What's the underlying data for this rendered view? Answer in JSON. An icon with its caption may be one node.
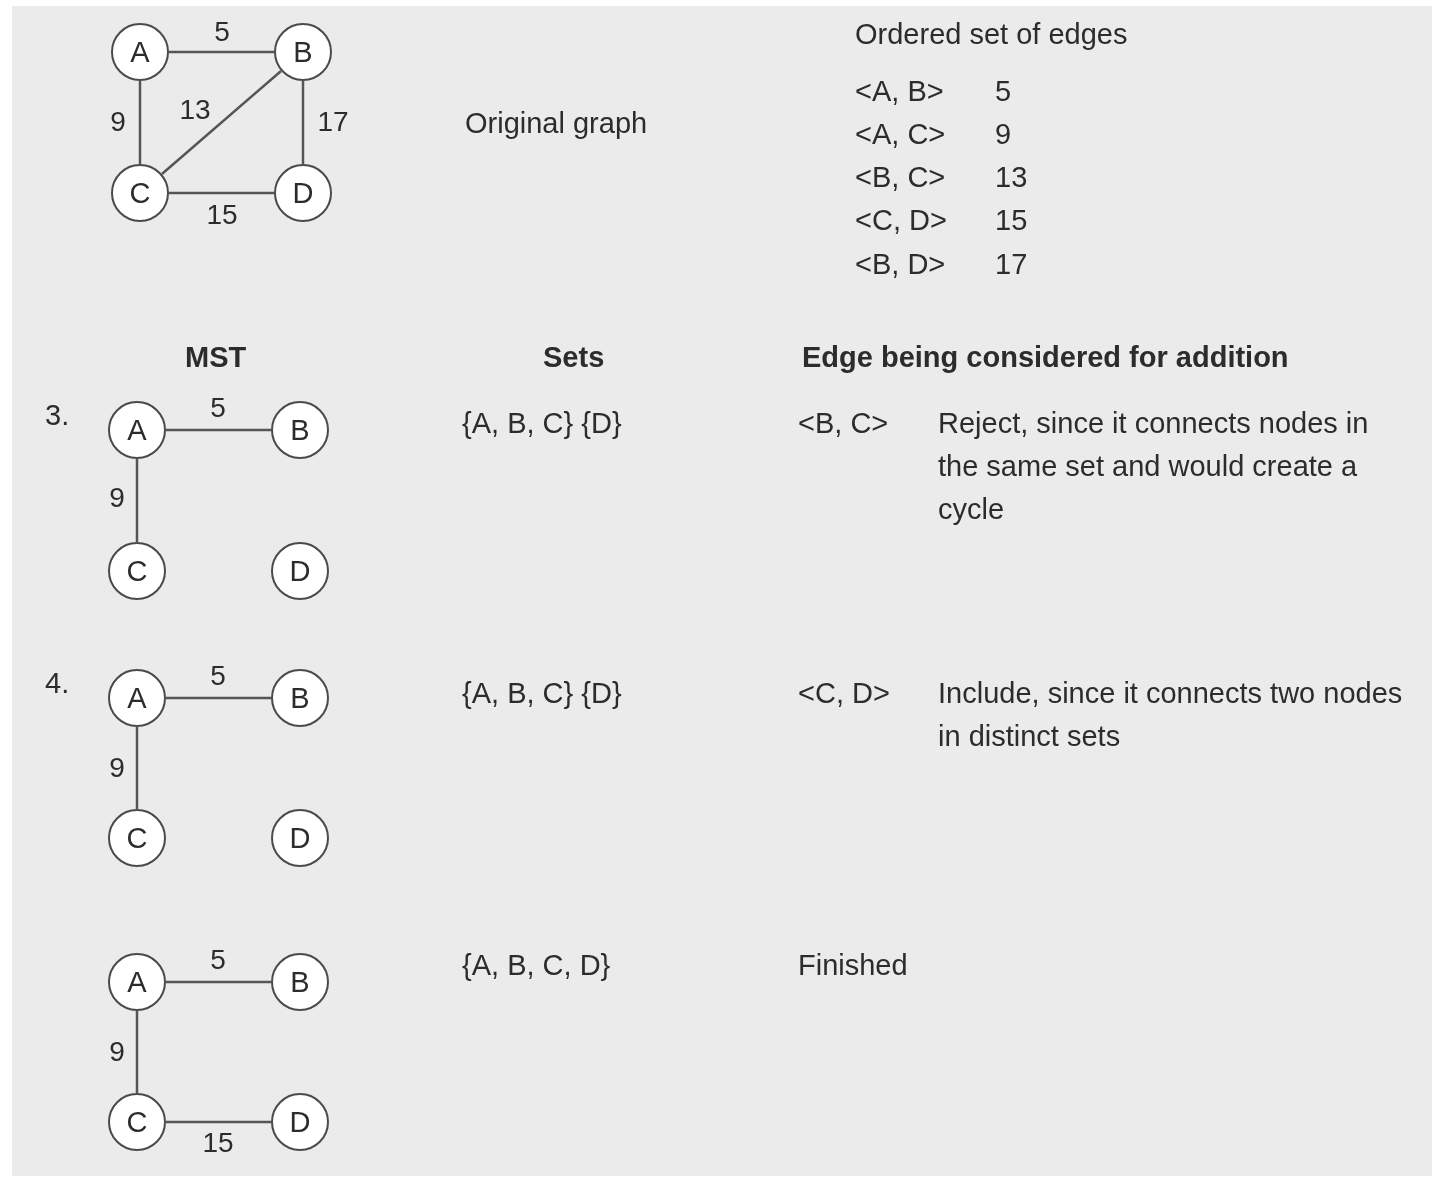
{
  "diagram": {
    "nodes": [
      {
        "text": [
          "A"
        ]
      },
      {
        "text": [
          "B"
        ]
      },
      {
        "text": [
          "C"
        ]
      },
      {
        "text": [
          "D"
        ]
      },
      {
        "text": [
          "A"
        ]
      },
      {
        "text": [
          "B"
        ]
      },
      {
        "text": [
          "C"
        ]
      },
      {
        "text": [
          "D"
        ]
      },
      {
        "text": [
          "A"
        ]
      },
      {
        "text": [
          "B"
        ]
      },
      {
        "text": [
          "C"
        ]
      },
      {
        "text": [
          "D"
        ]
      },
      {
        "text": [
          "A"
        ]
      },
      {
        "text": [
          "B"
        ]
      },
      {
        "text": [
          "C"
        ]
      },
      {
        "text": [
          "D"
        ]
      }
    ],
    "edges": [
      {
        "from": 0,
        "to": 1,
        "arrow": "none",
        "label": "5"
      },
      {
        "from": 0,
        "to": 2,
        "arrow": "none",
        "label": "9"
      },
      {
        "from": 1,
        "to": 2,
        "arrow": "none",
        "label": "13"
      },
      {
        "from": 1,
        "to": 3,
        "arrow": "none",
        "label": "17"
      },
      {
        "from": 2,
        "to": 3,
        "arrow": "none",
        "label": "15"
      },
      {
        "from": 4,
        "to": 5,
        "arrow": "none",
        "label": "5"
      },
      {
        "from": 4,
        "to": 6,
        "arrow": "none",
        "label": "9"
      },
      {
        "from": 8,
        "to": 9,
        "arrow": "none",
        "label": "5"
      },
      {
        "from": 8,
        "to": 10,
        "arrow": "none",
        "label": "9"
      },
      {
        "from": 12,
        "to": 13,
        "arrow": "none",
        "label": "5"
      },
      {
        "from": 12,
        "to": 14,
        "arrow": "none",
        "label": "9"
      },
      {
        "from": 14,
        "to": 15,
        "arrow": "none",
        "label": "15"
      }
    ],
    "labels": [
      "Ordered set of edges",
      "Original graph",
      "<A, B>",
      "5",
      "<A, C>",
      "9",
      "<B, C>",
      "13",
      "<C, D>",
      "15",
      "<B, D>",
      "17",
      "MST",
      "Sets",
      "Edge being considered for addition",
      "3.",
      "{A, B, C} {D}",
      "<B, C>",
      "Reject, since it connects nodes in the same set and would create a cycle",
      "4.",
      "{A, B, C} {D}",
      "<C, D>",
      "Include, since it connects two nodes in distinct sets",
      "{A, B, C, D}",
      "Finished"
    ]
  }
}
